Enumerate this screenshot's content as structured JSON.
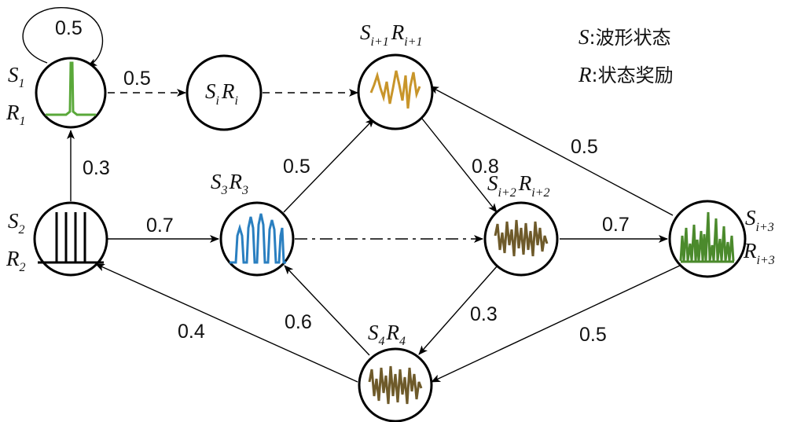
{
  "legend": {
    "s_symbol": "S",
    "s_text": ":波形状态",
    "r_symbol": "R",
    "r_text": ":状态奖励"
  },
  "colors": {
    "node1": "#5aa83a",
    "node2": "#000000",
    "node3": "#2a7fc0",
    "node_i1": "#c8952a",
    "node_i2": "#6e5a2a",
    "node_i3": "#4b8a2c",
    "node4": "#6e5a2a"
  },
  "nodes": {
    "s1": {
      "s": "S",
      "s_sub": "1",
      "r": "R",
      "r_sub": "1",
      "waveform": "green-impulse"
    },
    "si": {
      "s": "S",
      "s_sub": "i",
      "r": "R",
      "r_sub": "i"
    },
    "si1": {
      "s": "S",
      "s_sub": "i+1",
      "r": "R",
      "r_sub": "i+1",
      "waveform": "orange-oscillation"
    },
    "s2": {
      "s": "S",
      "s_sub": "2",
      "r": "R",
      "r_sub": "2",
      "waveform": "black-pulses"
    },
    "s3": {
      "s": "S",
      "s_sub": "3",
      "r": "R",
      "r_sub": "3",
      "waveform": "blue-pulses"
    },
    "si2": {
      "s": "S",
      "s_sub": "i+2",
      "r": "R",
      "r_sub": "i+2",
      "waveform": "brown-noise"
    },
    "si3": {
      "s": "S",
      "s_sub": "i+3",
      "r": "R",
      "r_sub": "i+3",
      "waveform": "green-spikes"
    },
    "s4": {
      "s": "S",
      "s_sub": "4",
      "r": "R",
      "r_sub": "4",
      "waveform": "brown-noise"
    }
  },
  "edges": {
    "s1_self": "0.5",
    "s1_si": "0.5",
    "s2_s1": "0.3",
    "s2_s3": "0.7",
    "s3_si1": "0.5",
    "si1_si2": "0.8",
    "si3_si1": "0.5",
    "si2_si3": "0.7",
    "si2_s4": "0.3",
    "si3_s4": "0.5",
    "s4_s3": "0.6",
    "s4_s2": "0.4"
  }
}
